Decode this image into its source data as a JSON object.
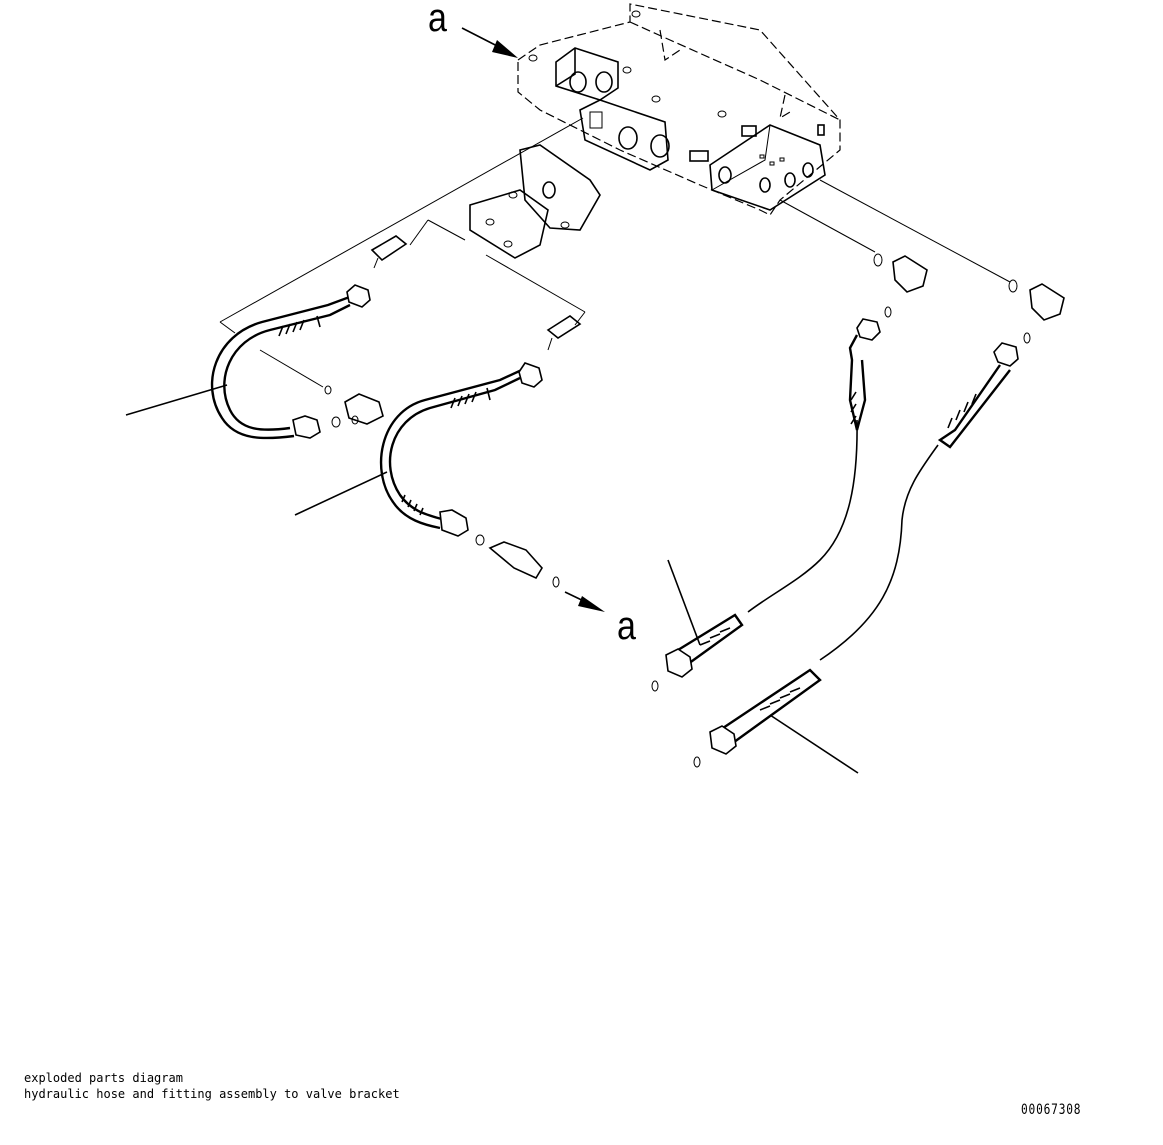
{
  "diagram": {
    "type": "exploded parts diagram",
    "subject": "hydraulic hose and fitting assembly to valve bracket",
    "reference_labels": {
      "top": "a",
      "bottom": "a"
    },
    "figure_id": "00067308",
    "colors": {
      "line": "#000000",
      "background": "#ffffff"
    }
  }
}
